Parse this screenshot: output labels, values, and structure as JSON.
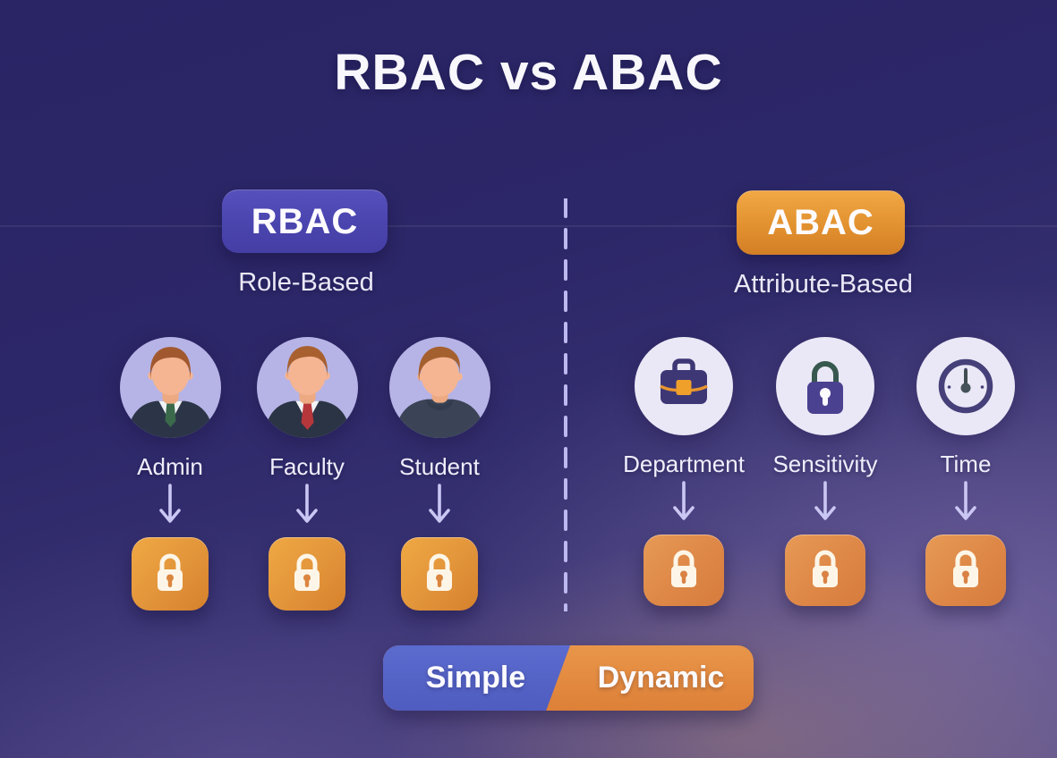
{
  "title": "RBAC vs ABAC",
  "rbac": {
    "badge": "RBAC",
    "subtitle": "Role-Based",
    "roles": [
      {
        "label": "Admin",
        "icon": "admin-avatar-icon",
        "target_icon": "padlock-icon"
      },
      {
        "label": "Faculty",
        "icon": "faculty-avatar-icon",
        "target_icon": "padlock-icon"
      },
      {
        "label": "Student",
        "icon": "student-avatar-icon",
        "target_icon": "padlock-icon"
      }
    ]
  },
  "abac": {
    "badge": "ABAC",
    "subtitle": "Attribute-Based",
    "attributes": [
      {
        "label": "Department",
        "icon": "briefcase-icon",
        "target_icon": "padlock-icon"
      },
      {
        "label": "Sensitivity",
        "icon": "lock-icon",
        "target_icon": "padlock-icon"
      },
      {
        "label": "Time",
        "icon": "clock-icon",
        "target_icon": "padlock-icon"
      }
    ]
  },
  "footer": {
    "left_label": "Simple",
    "right_label": "Dynamic"
  },
  "colors": {
    "background_top": "#2b2667",
    "background_bottom_right": "#55497f",
    "rbac_accent": "#4a44ae",
    "abac_accent": "#e2912f",
    "lock_tile_orange": "#e2943a",
    "simple_blue": "#5363c7",
    "dynamic_orange": "#e08440",
    "arrow_lavender": "#cbc7f4",
    "avatar_circle": "#b6b4e6",
    "attribute_circle": "#eae8f6"
  }
}
